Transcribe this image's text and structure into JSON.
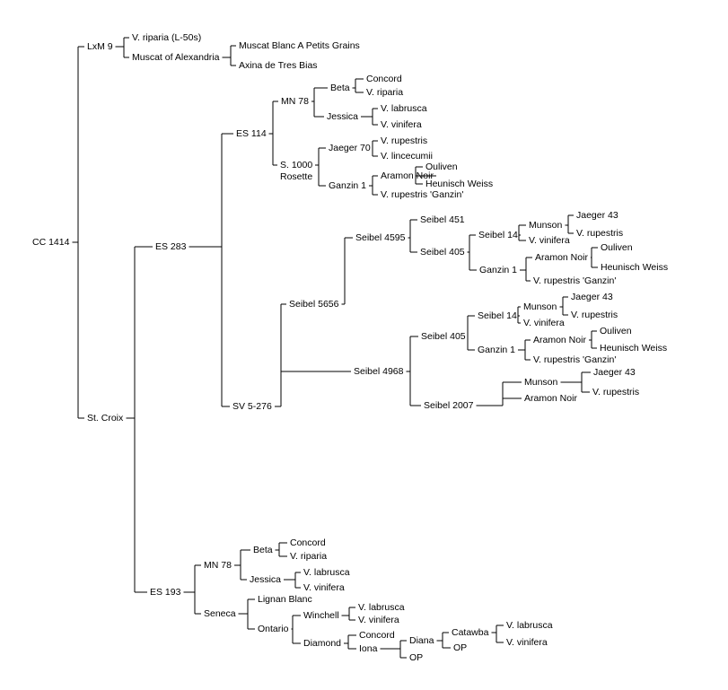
{
  "diagram": {
    "type": "pedigree-tree",
    "line_color": "#000000",
    "text_color": "#000000",
    "background": "#ffffff",
    "root": {
      "label": "CC 1414",
      "children": [
        {
          "label": "LxM 9",
          "children": [
            {
              "label": "V. riparia (L-50s)"
            },
            {
              "label": "Muscat of Alexandria",
              "children": [
                {
                  "label": "Muscat Blanc A Petits Grains"
                },
                {
                  "label": "Axina de Tres Bias"
                }
              ]
            }
          ]
        },
        {
          "label": "St. Croix",
          "children": [
            {
              "label": "ES 283",
              "children": [
                {
                  "label": "ES 114",
                  "children": [
                    {
                      "label": "MN 78",
                      "children": [
                        {
                          "label": "Beta",
                          "children": [
                            {
                              "label": "Concord"
                            },
                            {
                              "label": "V. riparia"
                            }
                          ]
                        },
                        {
                          "label": "Jessica",
                          "children": [
                            {
                              "label": "V. labrusca"
                            },
                            {
                              "label": "V. vinifera"
                            }
                          ]
                        }
                      ]
                    },
                    {
                      "label": "S. 1000",
                      "label2": "Rosette",
                      "children": [
                        {
                          "label": "Jaeger 70",
                          "children": [
                            {
                              "label": "V. rupestris"
                            },
                            {
                              "label": "V. lincecumii"
                            }
                          ]
                        },
                        {
                          "label": "Ganzin 1",
                          "children": [
                            {
                              "label": "Aramon Noir",
                              "children": [
                                {
                                  "label": "Ouliven"
                                },
                                {
                                  "label": "Heunisch Weiss"
                                }
                              ]
                            },
                            {
                              "label": "V. rupestris 'Ganzin'"
                            }
                          ]
                        }
                      ]
                    }
                  ]
                },
                {
                  "label": "SV 5-276",
                  "children": [
                    {
                      "label": "Seibel 5656",
                      "children": [
                        {
                          "label": "Seibel 4595",
                          "children": [
                            {
                              "label": "Seibel 451"
                            },
                            {
                              "label": "Seibel 405",
                              "children": [
                                {
                                  "label": "Seibel 14",
                                  "children": [
                                    {
                                      "label": "Munson",
                                      "children": [
                                        {
                                          "label": "Jaeger 43"
                                        },
                                        {
                                          "label": "V. rupestris"
                                        }
                                      ]
                                    },
                                    {
                                      "label": "V. vinifera"
                                    }
                                  ]
                                },
                                {
                                  "label": "Ganzin 1",
                                  "children": [
                                    {
                                      "label": "Aramon Noir",
                                      "children": [
                                        {
                                          "label": "Ouliven"
                                        },
                                        {
                                          "label": "Heunisch Weiss"
                                        }
                                      ]
                                    },
                                    {
                                      "label": "V. rupestris 'Ganzin'"
                                    }
                                  ]
                                }
                              ]
                            }
                          ]
                        },
                        {
                          "label": "Seibel 4199",
                          "children": [
                            {
                              "label": "Seibel 85",
                              "children": [
                                {
                                  "label": "Seibel 2",
                                  "children": [
                                    {
                                      "label": "Munson",
                                      "children": [
                                        {
                                          "label": "Jaeger 43"
                                        },
                                        {
                                          "label": "V. rupestris"
                                        }
                                      ]
                                    },
                                    {
                                      "label": "V. vinifera"
                                    }
                                  ]
                                },
                                {
                                  "label": "Ganzin 1",
                                  "children": [
                                    {
                                      "label": "Aramon Noir",
                                      "children": [
                                        {
                                          "label": "Ouliven"
                                        },
                                        {
                                          "label": "Heunisch Weiss"
                                        }
                                      ]
                                    },
                                    {
                                      "label": "V. rupestris 'Ganzin'"
                                    }
                                  ]
                                }
                              ]
                            },
                            {
                              "label": "Nouveau Bayard",
                              "children": [
                                {
                                  "label": "Bourrisquou",
                                  "children": [
                                    {
                                      "label": "Heben"
                                    },
                                    {
                                      "label": "Monastrell"
                                    }
                                  ]
                                },
                                {
                                  "label": "V. rupestris"
                                },
                                {
                                  "label": "Blanc Royal"
                                }
                              ]
                            }
                          ]
                        }
                      ]
                    },
                    {
                      "label": "Seibel 4968",
                      "children": [
                        {
                          "label": "Seibel 405",
                          "children": [
                            {
                              "label": "Seibel 14",
                              "children": [
                                {
                                  "label": "Munson",
                                  "children": [
                                    {
                                      "label": "Jaeger 43"
                                    },
                                    {
                                      "label": "V. rupestris"
                                    }
                                  ]
                                },
                                {
                                  "label": "V. vinifera"
                                }
                              ]
                            },
                            {
                              "label": "Ganzin 1",
                              "children": [
                                {
                                  "label": "Aramon Noir",
                                  "children": [
                                    {
                                      "label": "Ouliven"
                                    },
                                    {
                                      "label": "Heunisch Weiss"
                                    }
                                  ]
                                },
                                {
                                  "label": "V. rupestris 'Ganzin'"
                                }
                              ]
                            }
                          ]
                        },
                        {
                          "label": "Seibel 2007",
                          "children": [
                            {
                              "label": "Munson",
                              "children": [
                                {
                                  "label": "Jaeger 43"
                                },
                                {
                                  "label": "V. rupestris"
                                }
                              ]
                            },
                            {
                              "label": "Aramon Noir",
                              "children": [
                                {
                                  "label": "Ouliven"
                                },
                                {
                                  "label": "Heunisch Weiss"
                                }
                              ]
                            }
                          ]
                        }
                      ]
                    }
                  ]
                }
              ]
            },
            {
              "label": "ES 193",
              "children": [
                {
                  "label": "MN 78",
                  "children": [
                    {
                      "label": "Beta",
                      "children": [
                        {
                          "label": "Concord"
                        },
                        {
                          "label": "V. riparia"
                        }
                      ]
                    },
                    {
                      "label": "Jessica",
                      "children": [
                        {
                          "label": "V. labrusca"
                        },
                        {
                          "label": "V. vinifera"
                        }
                      ]
                    }
                  ]
                },
                {
                  "label": "Seneca",
                  "children": [
                    {
                      "label": "Lignan Blanc"
                    },
                    {
                      "label": "Ontario",
                      "children": [
                        {
                          "label": "Winchell",
                          "children": [
                            {
                              "label": "V. labrusca"
                            },
                            {
                              "label": "V. vinifera"
                            }
                          ]
                        },
                        {
                          "label": "Diamond",
                          "children": [
                            {
                              "label": "Concord"
                            },
                            {
                              "label": "Iona",
                              "children": [
                                {
                                  "label": "Diana",
                                  "children": [
                                    {
                                      "label": "Catawba",
                                      "children": [
                                        {
                                          "label": "V. labrusca"
                                        },
                                        {
                                          "label": "V. vinifera"
                                        }
                                      ]
                                    },
                                    {
                                      "label": "OP"
                                    }
                                  ]
                                },
                                {
                                  "label": "OP"
                                }
                              ]
                            }
                          ]
                        }
                      ]
                    }
                  ]
                }
              ]
            }
          ]
        }
      ]
    }
  }
}
